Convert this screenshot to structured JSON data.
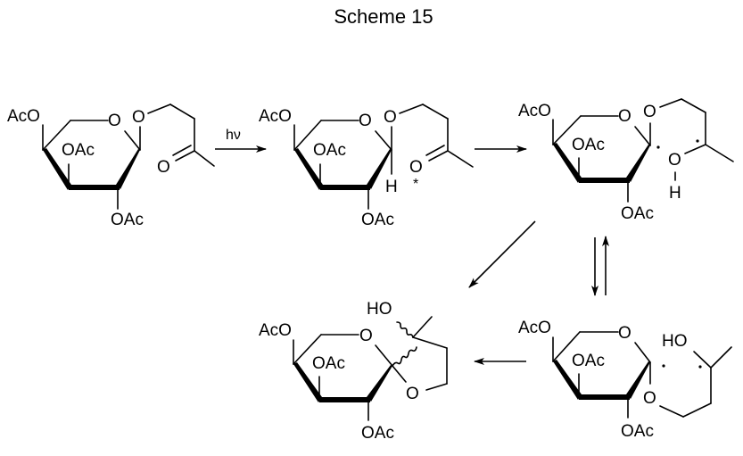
{
  "title": "Scheme 15",
  "reagents": {
    "photolysis": "hν"
  },
  "labels": {
    "aco": "AcO",
    "oac": "OAc",
    "o": "O",
    "h": "H",
    "ho": "HO",
    "excited_marker": "*"
  },
  "molecules": [
    {
      "id": "starting-glycoside",
      "description": "acetylated pyranoside with 3-oxobutyl aglycone"
    },
    {
      "id": "excited-ketone",
      "description": "photoexcited ketone (n,π*) with anomeric H"
    },
    {
      "id": "biradical-open",
      "description": "1,5-biradical after H-abstraction"
    },
    {
      "id": "biradical-conformer",
      "description": "rotamer of the 1,5-biradical"
    },
    {
      "id": "spiro-product",
      "description": "spiroketal product with tertiary OH"
    }
  ],
  "arrows": [
    {
      "from": "starting-glycoside",
      "to": "excited-ketone",
      "label": "hν"
    },
    {
      "from": "excited-ketone",
      "to": "biradical-open",
      "label": ""
    },
    {
      "from": "biradical-open",
      "to": "spiro-product",
      "label": ""
    },
    {
      "from": "biradical-open",
      "to": "biradical-conformer",
      "type": "equilibrium"
    },
    {
      "from": "biradical-conformer",
      "to": "spiro-product",
      "label": ""
    }
  ]
}
